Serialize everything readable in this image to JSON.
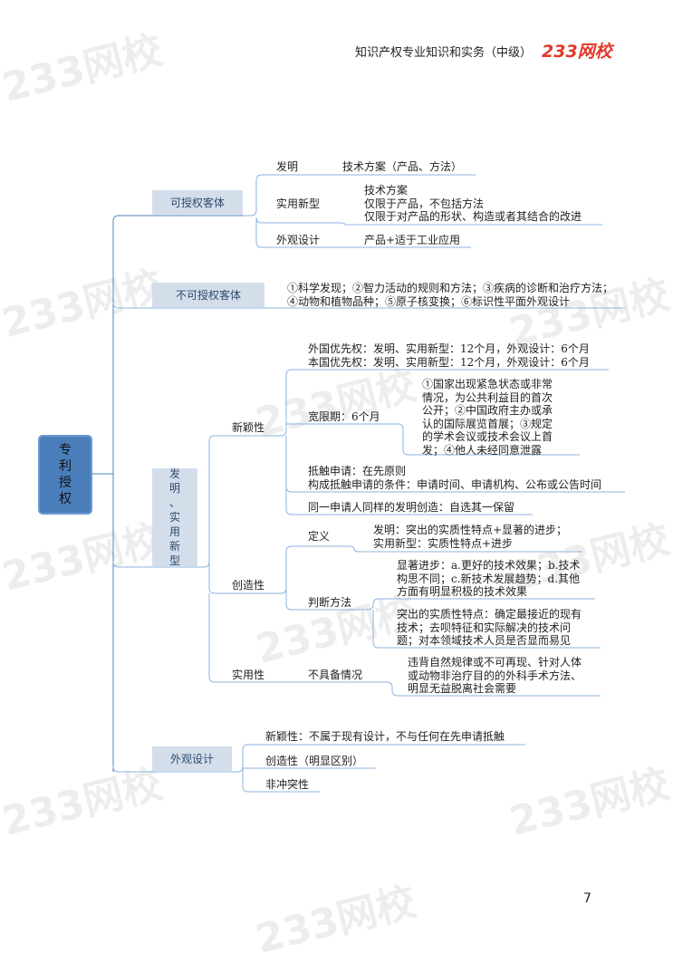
{
  "header": {
    "title": "知识产权专业知识和实务（中级）",
    "logo": "233网校",
    "watermark": "233网校"
  },
  "page_number": "7",
  "root": {
    "lines": [
      "专",
      "利",
      "授",
      "权"
    ]
  },
  "colors": {
    "root": "#4a7ebb",
    "node": "#d4deeb",
    "line": "#8db3e2",
    "logo": "#e03a2a"
  },
  "grantable": {
    "label": "可授权客体",
    "invention": {
      "label": "发明",
      "desc": "技术方案（产品、方法）"
    },
    "utility": {
      "label": "实用新型",
      "desc": [
        "技术方案",
        "仅限于产品，不包括方法",
        "仅限于对产品的形状、构造或者其结合的改进"
      ]
    },
    "design": {
      "label": "外观设计",
      "desc": "产品+适于工业应用"
    }
  },
  "non_grantable": {
    "label": "不可授权客体",
    "desc": [
      "①科学发现；②智力活动的规则和方法；③疾病的诊断和治疗方法；",
      "④动物和植物品种；⑤原子核变换；⑥标识性平面外观设计"
    ]
  },
  "inv_utility": {
    "label": [
      "发",
      "明",
      "、",
      "实",
      "用",
      "新",
      "型"
    ],
    "novelty": {
      "label": "新颖性",
      "priority": [
        "外国优先权：发明、实用新型：12个月，外观设计：6个月",
        "本国优先权：发明、实用新型：12个月，外观设计：6个月"
      ],
      "grace": {
        "label": "宽限期：6个月",
        "desc": [
          "①国家出现紧急状态或非常",
          "情况，为公共利益目的首次",
          "公开；②中国政府主办或承",
          "认的国际展览首展；③规定",
          "的学术会议或技术会议上首",
          "发；④他人未经同意泄露"
        ]
      },
      "conflict": [
        "抵触申请：在先原则",
        "构成抵触申请的条件：申请时间、申请机构、公布或公告时间"
      ],
      "same_applicant": "同一申请人同样的发明创造：自选其一保留"
    },
    "inventive": {
      "label": "创造性",
      "definition": {
        "label": "定义",
        "desc": [
          "发明：突出的实质性特点+显著的进步；",
          "实用新型：实质性特点+进步"
        ]
      },
      "judgement": {
        "label": "判断方法",
        "progress": [
          "显著进步：a.更好的技术效果；b.技术",
          "构思不同；c.新技术发展趋势；d.其他",
          "方面有明显积极的技术效果"
        ],
        "features": [
          "突出的实质性特点：确定最接近的现有",
          "技术；去呗特征和实际解决的技术问",
          "题；对本领域技术人员是否显而易见"
        ]
      }
    },
    "practical": {
      "label": "实用性",
      "lacking": {
        "label": "不具备情况",
        "desc": [
          "违背自然规律或不可再现、针对人体",
          "或动物非治疗目的的外科手术方法、",
          "明显无益脱离社会需要"
        ]
      }
    }
  },
  "design": {
    "label": "外观设计",
    "items": [
      "新颖性：不属于现有设计，不与任何在先申请抵触",
      "创造性（明显区别）",
      "非冲突性"
    ]
  }
}
